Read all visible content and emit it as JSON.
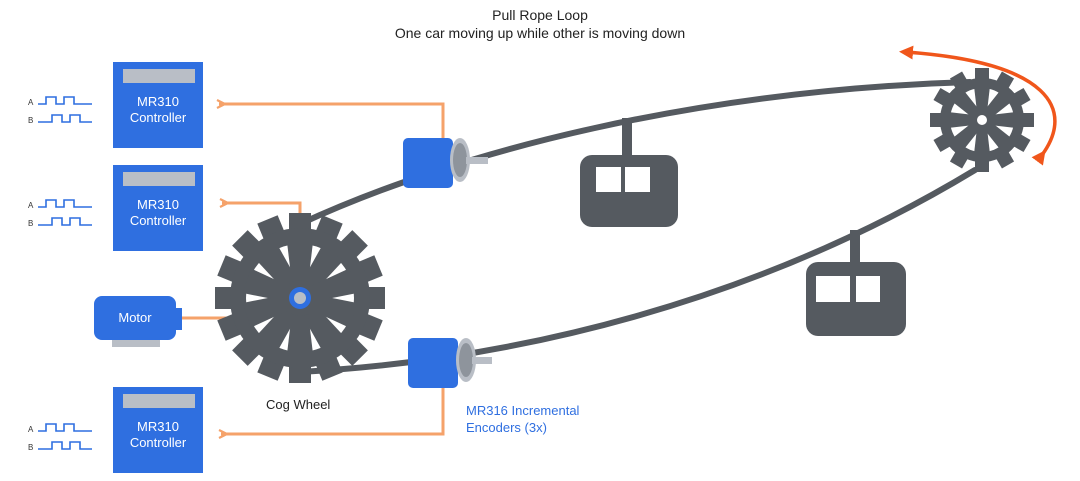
{
  "title": "Pull Rope Loop",
  "subtitle": "One car moving up while other is moving down",
  "controllers": [
    {
      "line1": "MR310",
      "line2": "Controller"
    },
    {
      "line1": "MR310",
      "line2": "Controller"
    },
    {
      "line1": "MR310",
      "line2": "Controller"
    }
  ],
  "signal_labels": {
    "a": "A",
    "b": "B"
  },
  "motor_label": "Motor",
  "cog_wheel_label": "Cog Wheel",
  "encoders_label": {
    "line1": "MR316 Incremental",
    "line2": "Encoders (3x)"
  },
  "colors": {
    "accent_blue": "#2f6fe0",
    "encoder_label_blue": "#2f6fe0",
    "signal_orange": "#f5a26a",
    "rotation_arrow": "#f0561b",
    "machinery_gray": "#555a60",
    "bar_gray": "#b9bec6"
  }
}
